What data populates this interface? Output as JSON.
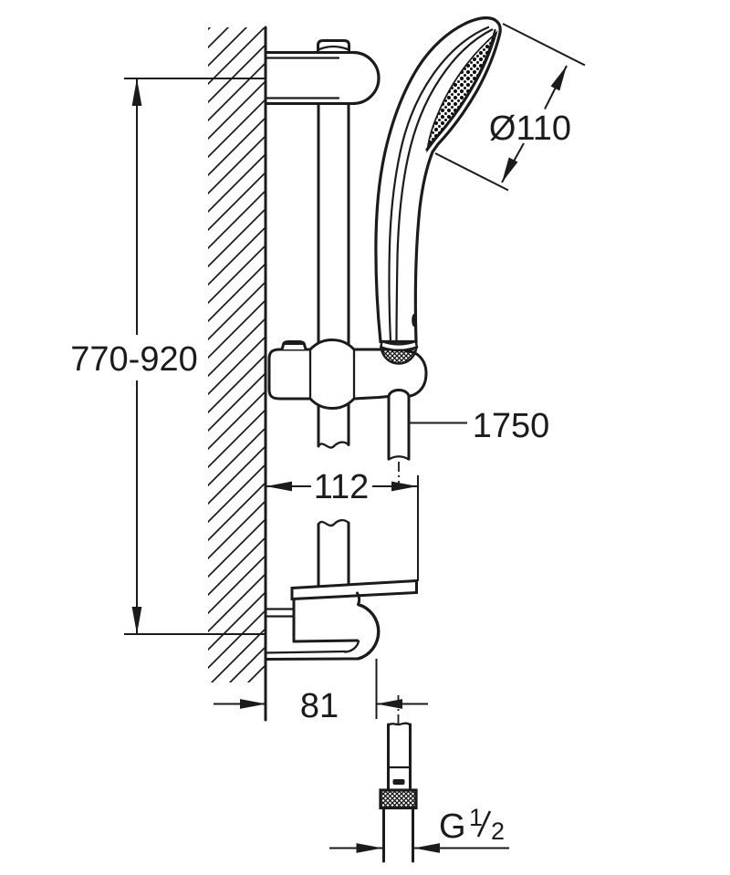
{
  "document": {
    "type": "technical-dimension-drawing",
    "subject": "wall-mounted shower rail set with hand shower, hose and soap dish",
    "background_color": "#ffffff",
    "line_color": "#1b1b1b"
  },
  "dimensions": {
    "rail_height": "770-920",
    "head_diameter": "Ø110",
    "hose_length": "1750",
    "upper_offset": "112",
    "lower_offset": "81",
    "thread": {
      "prefix": "G",
      "numerator": "1",
      "denominator": "2"
    }
  }
}
